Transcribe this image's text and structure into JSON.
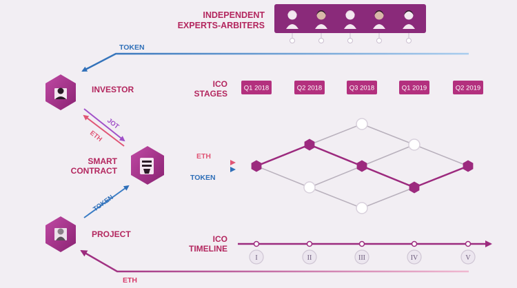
{
  "experts": {
    "title_line1": "INDEPENDENT",
    "title_line2": "EXPERTS-ARBITERS",
    "avatars": [
      "expert-1",
      "expert-2",
      "expert-3",
      "expert-4",
      "expert-5"
    ]
  },
  "flows": {
    "token_top": "TOKEN",
    "jot": "JOT",
    "eth_up": "ETH",
    "eth_right": "ETH",
    "token_right": "TOKEN",
    "token_project": "TOKEN",
    "eth_bottom": "ETH"
  },
  "actors": {
    "investor": "INVESTOR",
    "contract_line1": "SMART",
    "contract_line2": "CONTRACT",
    "project": "PROJECT"
  },
  "stages": {
    "title_line1": "ICO",
    "title_line2": "STAGES",
    "labels": [
      "Q1 2018",
      "Q2 2018",
      "Q3 2018",
      "Q1 2019",
      "Q2 2019"
    ]
  },
  "timeline": {
    "title_line1": "ICO",
    "title_line2": "TIMELINE",
    "numerals": [
      "I",
      "II",
      "III",
      "IV",
      "V"
    ]
  },
  "colors": {
    "primary": "#9c2a7e",
    "token_blue": "#3a7cc4",
    "eth_pink": "#e0607a",
    "text_magenta": "#b3265e"
  }
}
